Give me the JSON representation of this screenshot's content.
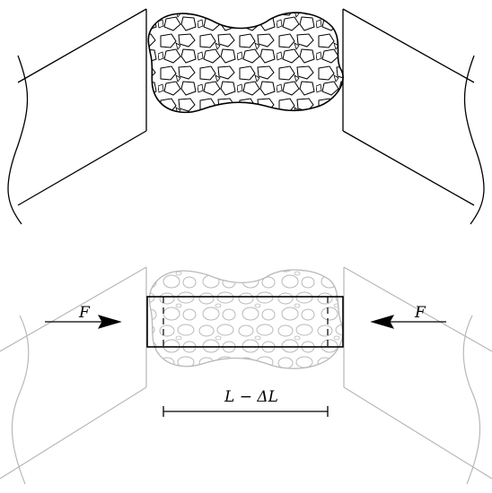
{
  "labels": {
    "force_left": "F",
    "force_right": "F",
    "length": "L − ΔL"
  },
  "colors": {
    "stroke": "#000000",
    "faded": "#b8b8b8",
    "background": "#ffffff"
  },
  "icons": {
    "force_left": "arrow-right-icon",
    "force_right": "arrow-left-icon"
  }
}
